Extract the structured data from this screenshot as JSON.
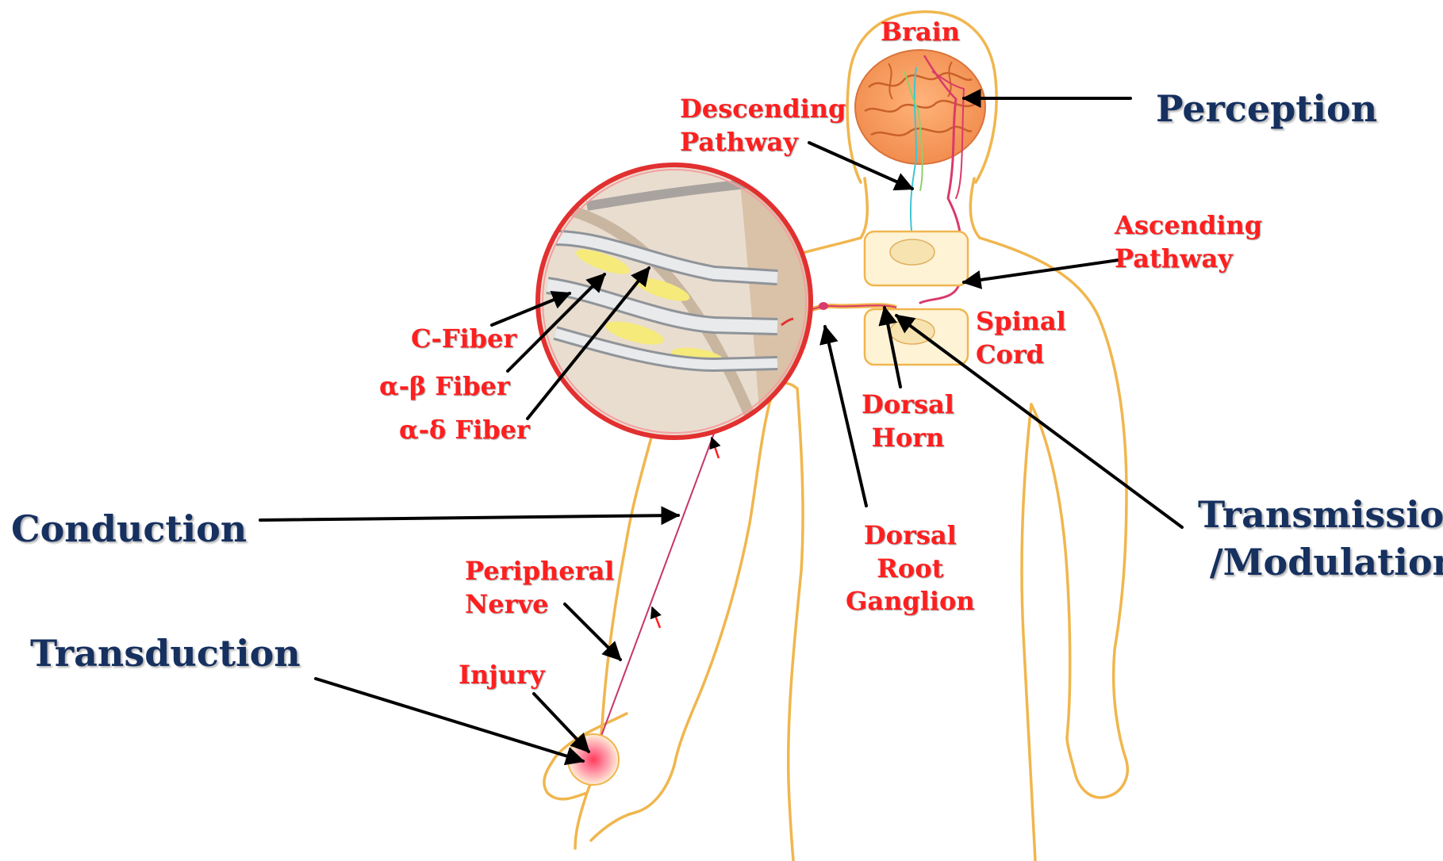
{
  "colors": {
    "body_outline": "#f0b64e",
    "label_red": "#ff1f1f",
    "stage_navy": "#16305f",
    "arrow": "#000000",
    "nerve": "#c7356b",
    "magnifier_ring": "#e23030"
  },
  "labels": {
    "brain": "Brain",
    "descending_1": "Descending",
    "descending_2": "Pathway",
    "ascending_1": "Ascending",
    "ascending_2": "Pathway",
    "spinal_1": "Spinal",
    "spinal_2": "Cord",
    "dorsal_horn_1": "Dorsal",
    "dorsal_horn_2": "Horn",
    "drg_1": "Dorsal",
    "drg_2": "Root",
    "drg_3": "Ganglion",
    "c_fiber": "C-Fiber",
    "ab_fiber": "α-β Fiber",
    "ad_fiber": "α-δ Fiber",
    "peripheral_1": "Peripheral",
    "peripheral_2": "Nerve",
    "injury": "Injury"
  },
  "stages": {
    "perception": "Perception",
    "transmission_1": "Transmission",
    "transmission_2": "/Modulation",
    "conduction": "Conduction",
    "transduction": "Transduction"
  }
}
